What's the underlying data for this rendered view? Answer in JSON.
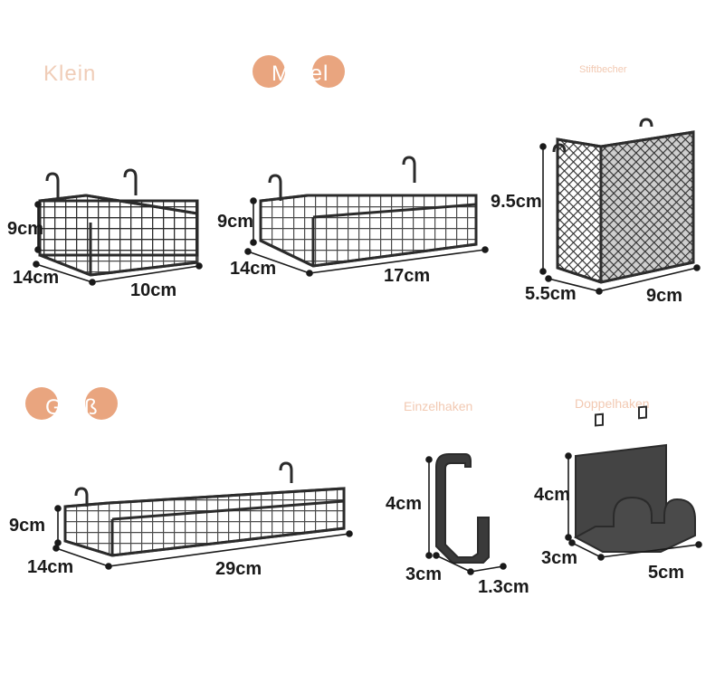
{
  "labels": {
    "small": "Klein",
    "medium": "Mittel",
    "holder": "Stiftbecher",
    "large": "Groß",
    "single_hook": "Einzelhaken",
    "double_hook": "Doppelhaken"
  },
  "dimensions": {
    "small_height": "9cm",
    "small_depth": "14cm",
    "small_width": "10cm",
    "medium_height": "9cm",
    "medium_depth": "14cm",
    "medium_width": "17cm",
    "holder_height": "9.5cm",
    "holder_depth": "5.5cm",
    "holder_width": "9cm",
    "large_height": "9cm",
    "large_depth": "14cm",
    "large_width": "29cm",
    "single_hook_height": "4cm",
    "single_hook_depth": "3cm",
    "single_hook_width": "1.3cm",
    "double_hook_height": "4cm",
    "double_hook_depth": "3cm",
    "double_hook_width": "5cm"
  },
  "colors": {
    "accent_dot": "#e9a57f",
    "product": "#2b2b2b",
    "text": "#1a1a1a"
  }
}
